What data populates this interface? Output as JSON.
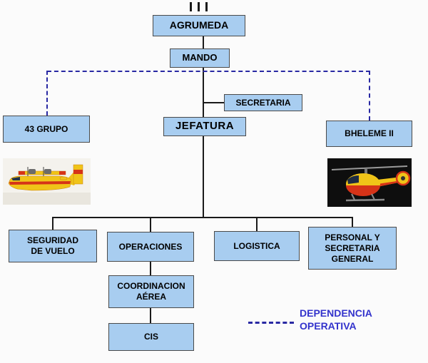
{
  "nodes": {
    "agrumeda": {
      "label": "AGRUMEDA"
    },
    "mando": {
      "label": "MANDO"
    },
    "secretaria": {
      "label": "SECRETARIA"
    },
    "jefatura": {
      "label": "JEFATURA"
    },
    "grupo43": {
      "label": "43 GRUPO"
    },
    "bheleme": {
      "label": "BHELEME II"
    },
    "seguridad": {
      "label": "SEGURIDAD\nDE VUELO"
    },
    "operaciones": {
      "label": "OPERACIONES"
    },
    "logistica": {
      "label": "LOGISTICA"
    },
    "personal": {
      "label": "PERSONAL Y\nSECRETARIA\nGENERAL"
    },
    "coordinacion": {
      "label": "COORDINACION\nAÉREA"
    },
    "cis": {
      "label": "CIS"
    }
  },
  "legend": {
    "label": "DEPENDENCIA\nOPERATIVA"
  },
  "colors": {
    "box_fill": "#a8cdf0",
    "box_border": "#4a4a4a",
    "line": "#1a1a1a",
    "dashed_line": "#2929a3",
    "legend_text": "#3333cc",
    "background": "#fbfbfb"
  }
}
